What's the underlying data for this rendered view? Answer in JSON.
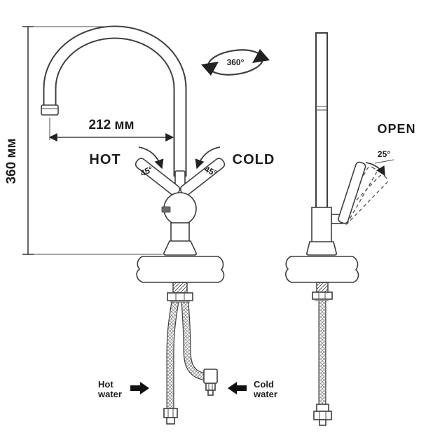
{
  "meta": {
    "type": "technical-diagram",
    "subject": "kitchen mixer faucet dimension drawing"
  },
  "colors": {
    "background": "#ffffff",
    "line": "#3f3f3f",
    "text": "#1d1d1d",
    "arrow": "#111111"
  },
  "dimensions": {
    "height": "360 мм",
    "reach": "212 мм",
    "swivel": "360°",
    "hot_angle": "45°",
    "cold_angle": "45°",
    "open_angle": "25°"
  },
  "labels": {
    "hot": "HOT",
    "cold": "COLD",
    "open": "OPEN",
    "hot_water": [
      "Hot",
      "water"
    ],
    "cold_water": [
      "Cold",
      "water"
    ]
  }
}
